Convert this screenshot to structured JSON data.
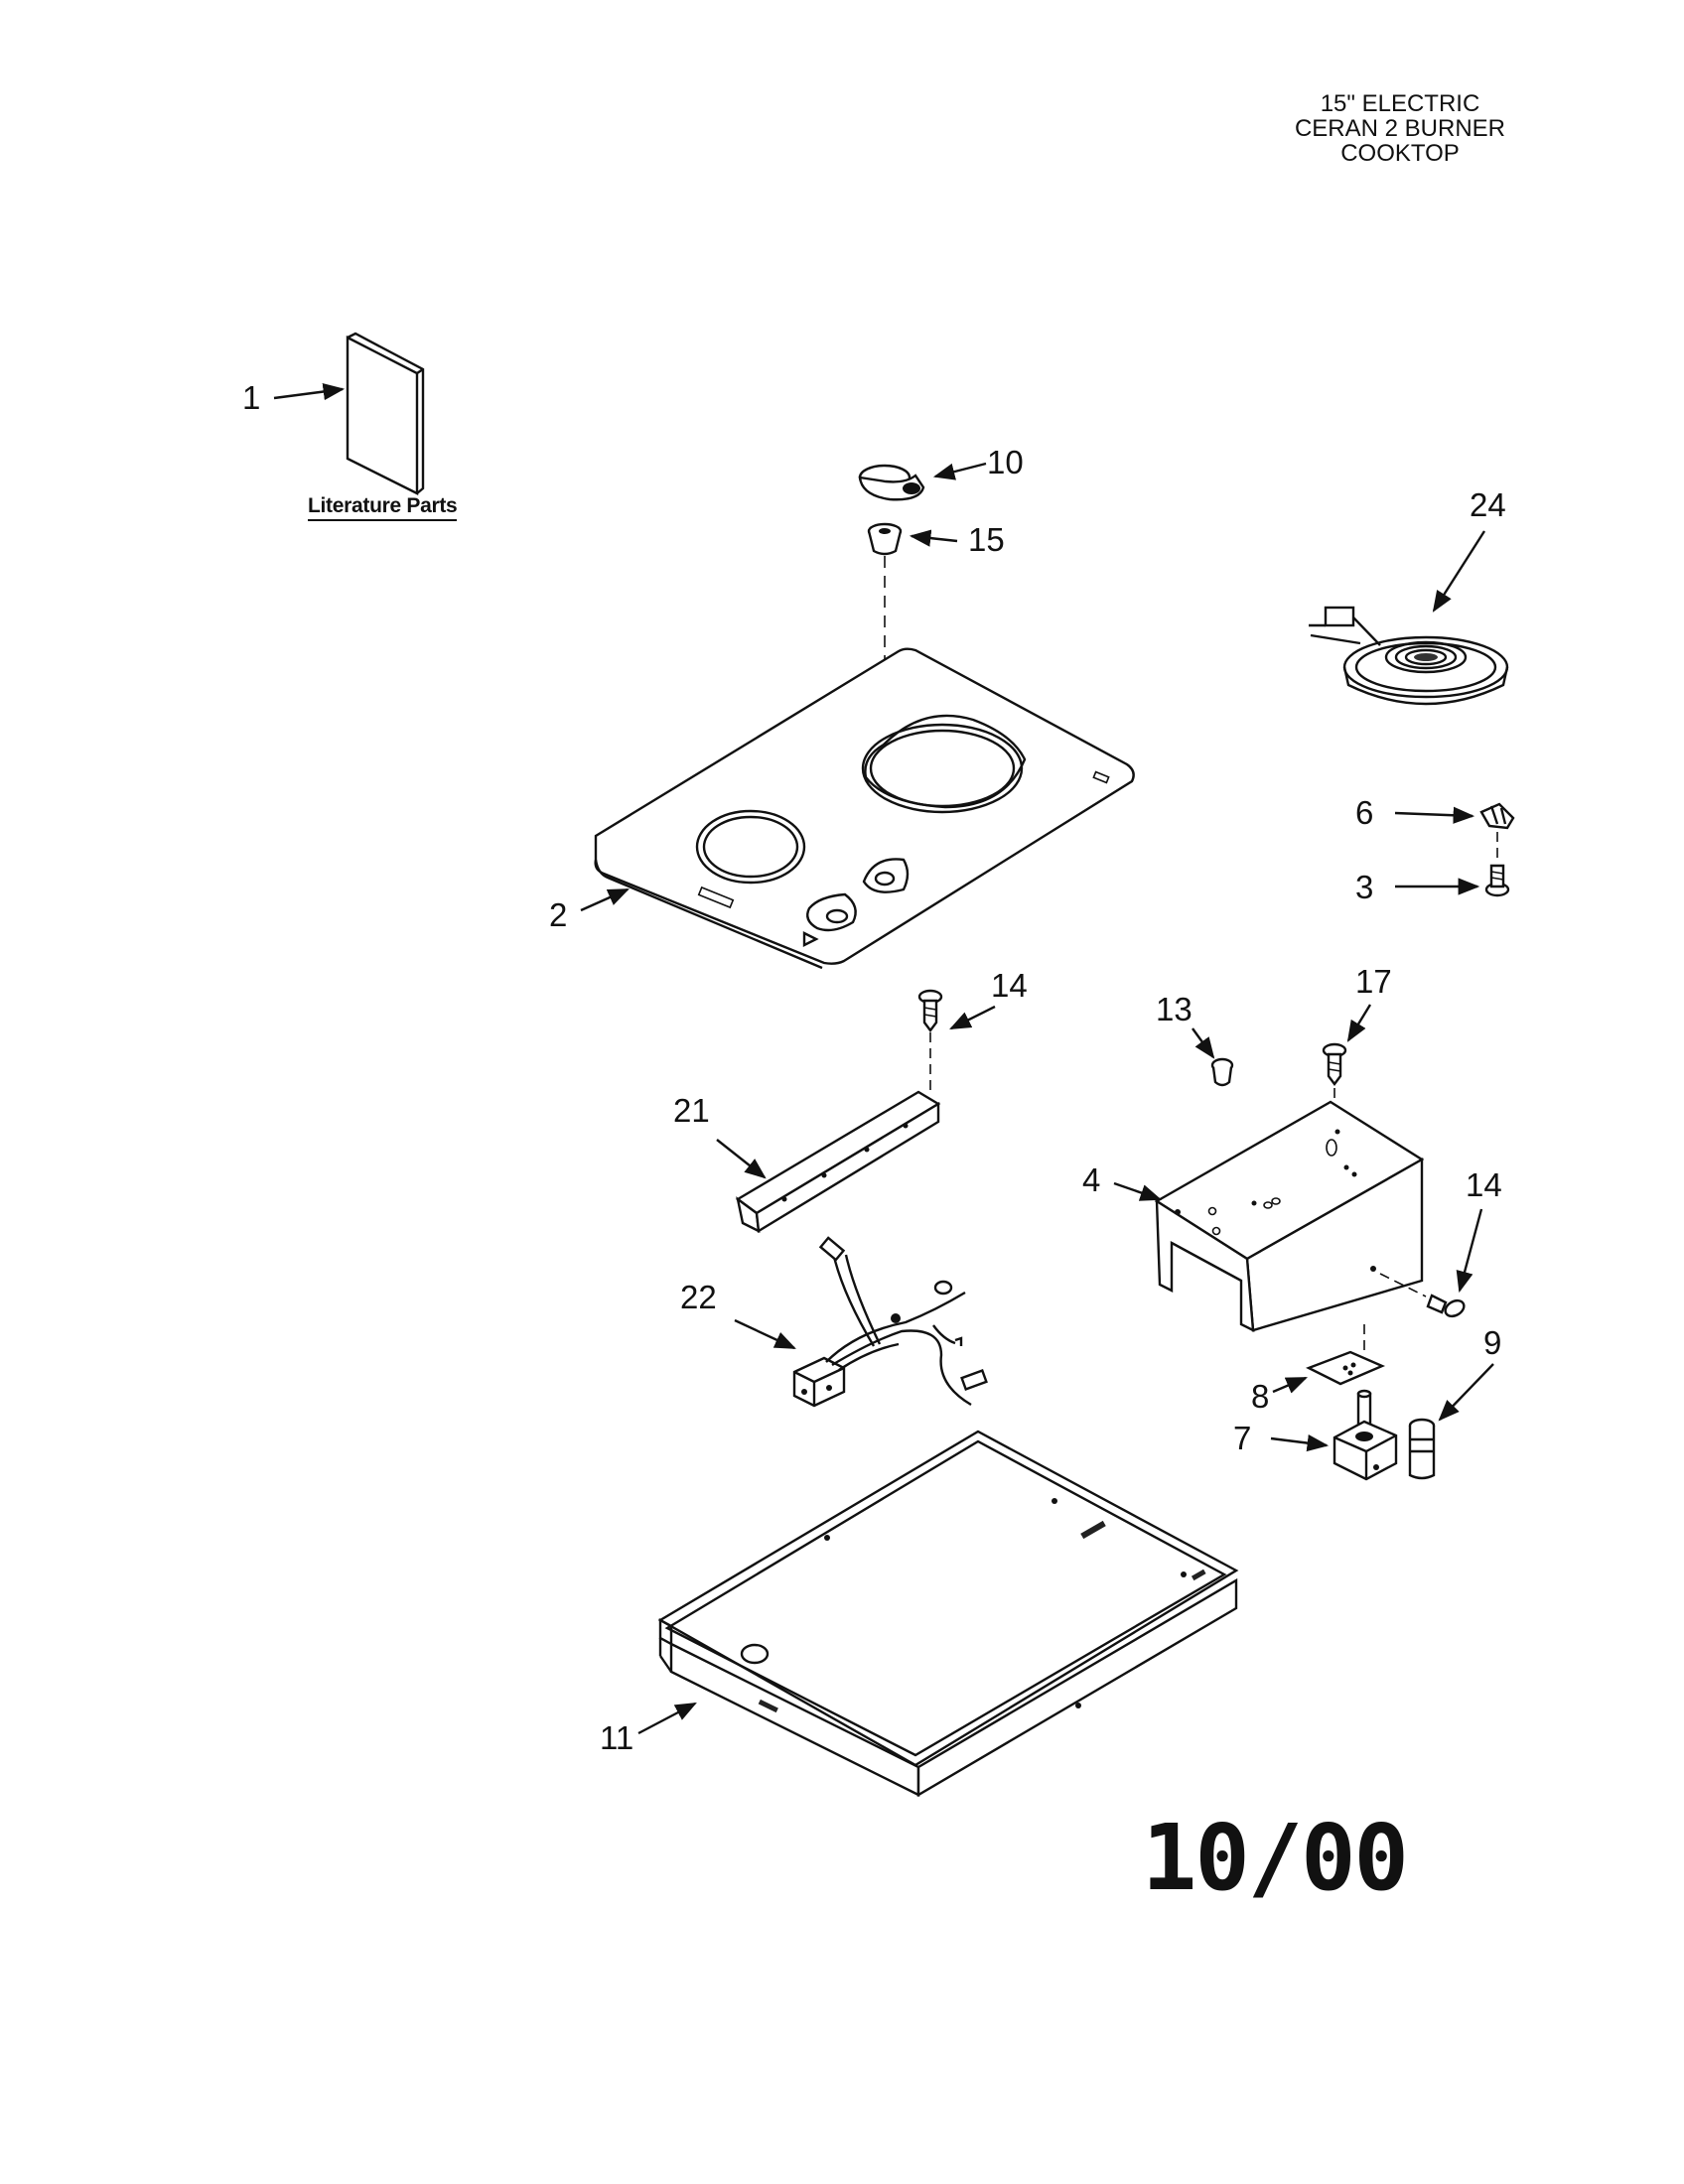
{
  "header": {
    "line1": "15\" ELECTRIC",
    "line2": "CERAN 2 BURNER",
    "line3": "COOKTOP"
  },
  "literature_label": "Literature Parts",
  "date_code": "10/00",
  "callouts": {
    "p1": "1",
    "p2": "2",
    "p3": "3",
    "p4": "4",
    "p6": "6",
    "p7": "7",
    "p8": "8",
    "p9": "9",
    "p10": "10",
    "p11": "11",
    "p13": "13",
    "p14a": "14",
    "p14b": "14",
    "p15": "15",
    "p17": "17",
    "p21": "21",
    "p22": "22",
    "p24": "24"
  }
}
